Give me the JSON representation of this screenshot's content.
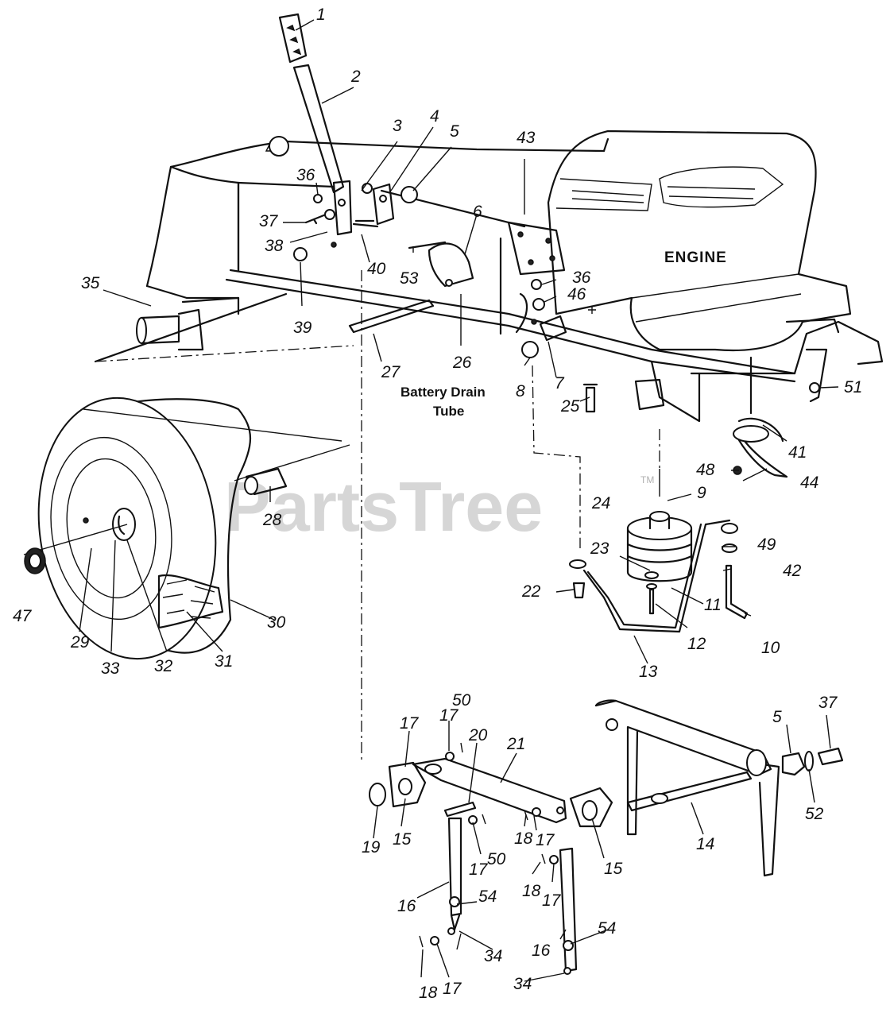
{
  "watermark": {
    "text": "PartsTree",
    "trademark": "TM"
  },
  "labels": {
    "engine": "ENGINE",
    "battery_drain_line1": "Battery Drain",
    "battery_drain_line2": "Tube"
  },
  "callouts": [
    "1",
    "2",
    "3",
    "4",
    "5",
    "6",
    "43",
    "36",
    "37",
    "38",
    "40",
    "53",
    "39",
    "35",
    "27",
    "26",
    "36",
    "46",
    "8",
    "7",
    "25",
    "51",
    "41",
    "48",
    "44",
    "9",
    "24",
    "49",
    "23",
    "42",
    "22",
    "11",
    "12",
    "10",
    "13",
    "28",
    "47",
    "29",
    "33",
    "32",
    "31",
    "30",
    "50",
    "17",
    "20",
    "21",
    "17",
    "37",
    "5",
    "52",
    "19",
    "15",
    "18",
    "17",
    "50",
    "17",
    "15",
    "14",
    "16",
    "54",
    "18",
    "17",
    "34",
    "18",
    "17",
    "16",
    "54",
    "34"
  ]
}
